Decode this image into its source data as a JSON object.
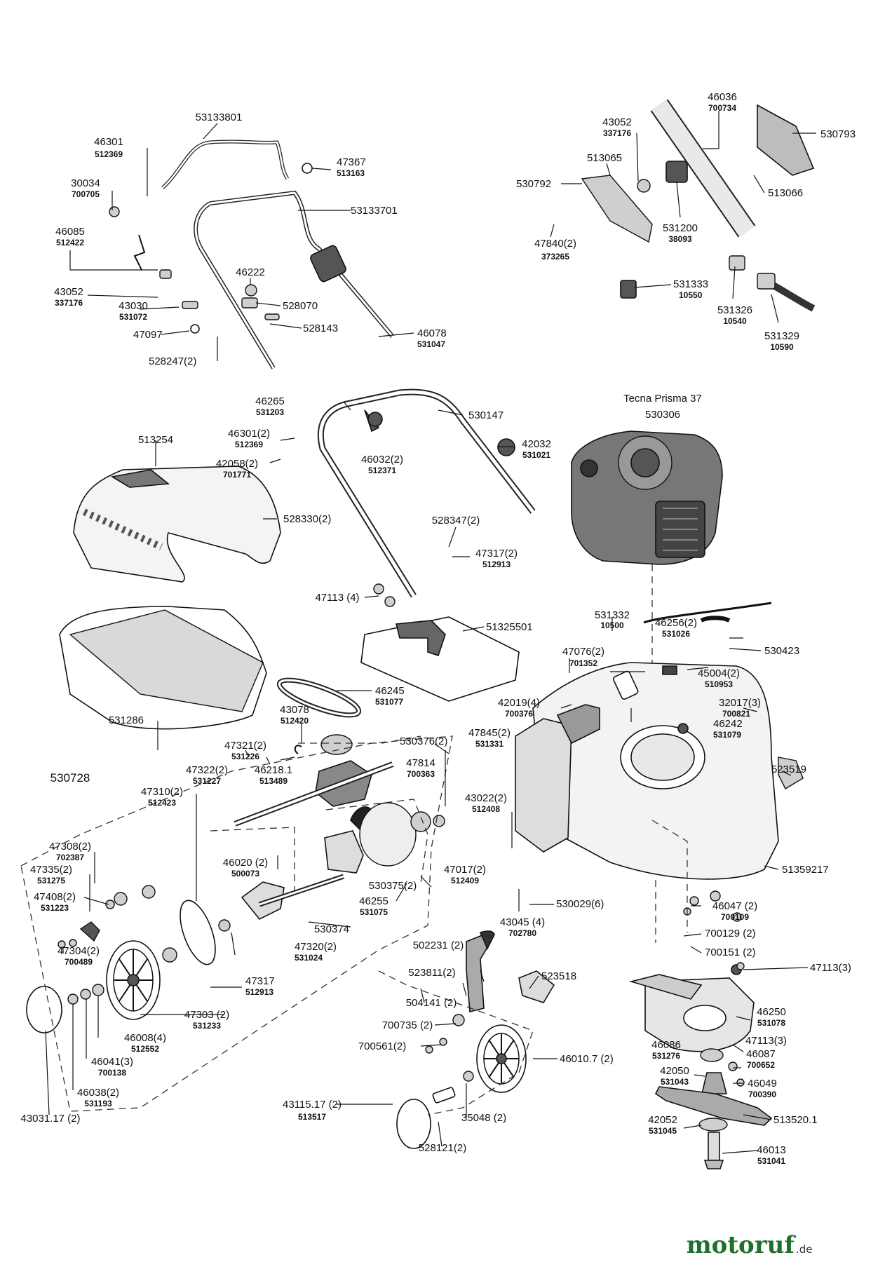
{
  "engine": {
    "model": "Tecna Prisma 37",
    "number": "530306"
  },
  "group_number": "530728",
  "watermark": {
    "main": "motoruf",
    "suffix": ".de"
  },
  "parts": [
    {
      "id": "p1",
      "label": "53133801",
      "sub": ""
    },
    {
      "id": "p2",
      "label": "46301",
      "sub": "512369"
    },
    {
      "id": "p3",
      "label": "30034",
      "sub": "700705"
    },
    {
      "id": "p4",
      "label": "47367",
      "sub": "513163"
    },
    {
      "id": "p5",
      "label": "53133701",
      "sub": ""
    },
    {
      "id": "p6",
      "label": "46085",
      "sub": "512422"
    },
    {
      "id": "p7",
      "label": "46222",
      "sub": ""
    },
    {
      "id": "p8",
      "label": "43052",
      "sub": "337176"
    },
    {
      "id": "p9",
      "label": "43030",
      "sub": "531072"
    },
    {
      "id": "p10",
      "label": "528070",
      "sub": ""
    },
    {
      "id": "p11",
      "label": "47097",
      "sub": ""
    },
    {
      "id": "p12",
      "label": "528143",
      "sub": ""
    },
    {
      "id": "p13",
      "label": "528247(2)",
      "sub": ""
    },
    {
      "id": "p14",
      "label": "46078",
      "sub": "531047"
    },
    {
      "id": "p15",
      "label": "46036",
      "sub": "700734"
    },
    {
      "id": "p16",
      "label": "43052",
      "sub": "337176"
    },
    {
      "id": "p17",
      "label": "530793",
      "sub": ""
    },
    {
      "id": "p18",
      "label": "513065",
      "sub": ""
    },
    {
      "id": "p19",
      "label": "530792",
      "sub": ""
    },
    {
      "id": "p20",
      "label": "513066",
      "sub": ""
    },
    {
      "id": "p21",
      "label": "531200",
      "sub": "38093"
    },
    {
      "id": "p22",
      "label": "47840(2)",
      "sub": "373265"
    },
    {
      "id": "p23",
      "label": "531333",
      "sub": "10550"
    },
    {
      "id": "p24",
      "label": "531326",
      "sub": "10540"
    },
    {
      "id": "p25",
      "label": "531329",
      "sub": "10590"
    },
    {
      "id": "p26",
      "label": "46265",
      "sub": "531203"
    },
    {
      "id": "p27",
      "label": "530147",
      "sub": ""
    },
    {
      "id": "p28",
      "label": "46301(2)",
      "sub": "512369"
    },
    {
      "id": "p29",
      "label": "46032(2)",
      "sub": "512371"
    },
    {
      "id": "p30",
      "label": "42032",
      "sub": "531021"
    },
    {
      "id": "p31",
      "label": "513254",
      "sub": ""
    },
    {
      "id": "p32",
      "label": "42058(2)",
      "sub": "701771"
    },
    {
      "id": "p33",
      "label": "528330(2)",
      "sub": ""
    },
    {
      "id": "p34",
      "label": "528347(2)",
      "sub": ""
    },
    {
      "id": "p35",
      "label": "47317(2)",
      "sub": "512913"
    },
    {
      "id": "p36",
      "label": "47113 (4)",
      "sub": ""
    },
    {
      "id": "p37",
      "label": "51325501",
      "sub": ""
    },
    {
      "id": "p38",
      "label": "531332",
      "sub": "10500"
    },
    {
      "id": "p39",
      "label": "46256(2)",
      "sub": "531026"
    },
    {
      "id": "p40",
      "label": "530423",
      "sub": ""
    },
    {
      "id": "p41",
      "label": "47076(2)",
      "sub": "701352"
    },
    {
      "id": "p42",
      "label": "45004(2)",
      "sub": "510953"
    },
    {
      "id": "p43",
      "label": "46245",
      "sub": "531077"
    },
    {
      "id": "p44",
      "label": "43078",
      "sub": "512420"
    },
    {
      "id": "p45",
      "label": "531286",
      "sub": ""
    },
    {
      "id": "p46",
      "label": "42019(4)",
      "sub": "700376"
    },
    {
      "id": "p47",
      "label": "32017(3)",
      "sub": "700821"
    },
    {
      "id": "p48",
      "label": "46242",
      "sub": "531079"
    },
    {
      "id": "p49",
      "label": "47845(2)",
      "sub": "531331"
    },
    {
      "id": "p50",
      "label": "530376(2)",
      "sub": ""
    },
    {
      "id": "p51",
      "label": "47321(2)",
      "sub": "531226"
    },
    {
      "id": "p52",
      "label": "47814",
      "sub": "700363"
    },
    {
      "id": "p53",
      "label": "47322(2)",
      "sub": "531227"
    },
    {
      "id": "p54",
      "label": "46218.1",
      "sub": "513489"
    },
    {
      "id": "p55",
      "label": "523519",
      "sub": ""
    },
    {
      "id": "p56",
      "label": "47310(2)",
      "sub": "512423"
    },
    {
      "id": "p57",
      "label": "43022(2)",
      "sub": "512408"
    },
    {
      "id": "p58",
      "label": "47308(2)",
      "sub": "702387"
    },
    {
      "id": "p59",
      "label": "46020 (2)",
      "sub": "500073"
    },
    {
      "id": "p60",
      "label": "47335(2)",
      "sub": "531275"
    },
    {
      "id": "p61",
      "label": "530375(2)",
      "sub": ""
    },
    {
      "id": "p62",
      "label": "47017(2)",
      "sub": "512409"
    },
    {
      "id": "p63",
      "label": "51359217",
      "sub": ""
    },
    {
      "id": "p64",
      "label": "47408(2)",
      "sub": "531223"
    },
    {
      "id": "p65",
      "label": "46255",
      "sub": "531075"
    },
    {
      "id": "p66",
      "label": "530029(6)",
      "sub": ""
    },
    {
      "id": "p67",
      "label": "46047 (2)",
      "sub": "700109"
    },
    {
      "id": "p68",
      "label": "43045 (4)",
      "sub": "702780"
    },
    {
      "id": "p69",
      "label": "700129 (2)",
      "sub": ""
    },
    {
      "id": "p70",
      "label": "530374",
      "sub": ""
    },
    {
      "id": "p71",
      "label": "700151 (2)",
      "sub": ""
    },
    {
      "id": "p72",
      "label": "47304(2)",
      "sub": "700489"
    },
    {
      "id": "p73",
      "label": "47320(2)",
      "sub": "531024"
    },
    {
      "id": "p74",
      "label": "502231 (2)",
      "sub": ""
    },
    {
      "id": "p75",
      "label": "47113(3)",
      "sub": ""
    },
    {
      "id": "p76",
      "label": "523811(2)",
      "sub": ""
    },
    {
      "id": "p77",
      "label": "523518",
      "sub": ""
    },
    {
      "id": "p78",
      "label": "47317",
      "sub": "512913"
    },
    {
      "id": "p79",
      "label": "504141 (2)",
      "sub": ""
    },
    {
      "id": "p80",
      "label": "46250",
      "sub": "531078"
    },
    {
      "id": "p81",
      "label": "47303 (2)",
      "sub": "531233"
    },
    {
      "id": "p82",
      "label": "700735 (2)",
      "sub": ""
    },
    {
      "id": "p83",
      "label": "46086",
      "sub": "531276"
    },
    {
      "id": "p84",
      "label": "47113(3)",
      "sub": ""
    },
    {
      "id": "p85",
      "label": "46008(4)",
      "sub": "512552"
    },
    {
      "id": "p86",
      "label": "700561(2)",
      "sub": ""
    },
    {
      "id": "p87",
      "label": "46010.7 (2)",
      "sub": ""
    },
    {
      "id": "p88",
      "label": "46087",
      "sub": "700652"
    },
    {
      "id": "p89",
      "label": "42050",
      "sub": "531043"
    },
    {
      "id": "p90",
      "label": "46049",
      "sub": "700390"
    },
    {
      "id": "p91",
      "label": "46041(3)",
      "sub": "700138"
    },
    {
      "id": "p92",
      "label": "46038(2)",
      "sub": "531193"
    },
    {
      "id": "p93",
      "label": "43115.17 (2)",
      "sub": "513517"
    },
    {
      "id": "p94",
      "label": "35048 (2)",
      "sub": ""
    },
    {
      "id": "p95",
      "label": "513520.1",
      "sub": ""
    },
    {
      "id": "p96",
      "label": "42052",
      "sub": "531045"
    },
    {
      "id": "p97",
      "label": "43031.17 (2)",
      "sub": ""
    },
    {
      "id": "p98",
      "label": "528121(2)",
      "sub": ""
    },
    {
      "id": "p99",
      "label": "46013",
      "sub": "531041"
    }
  ]
}
